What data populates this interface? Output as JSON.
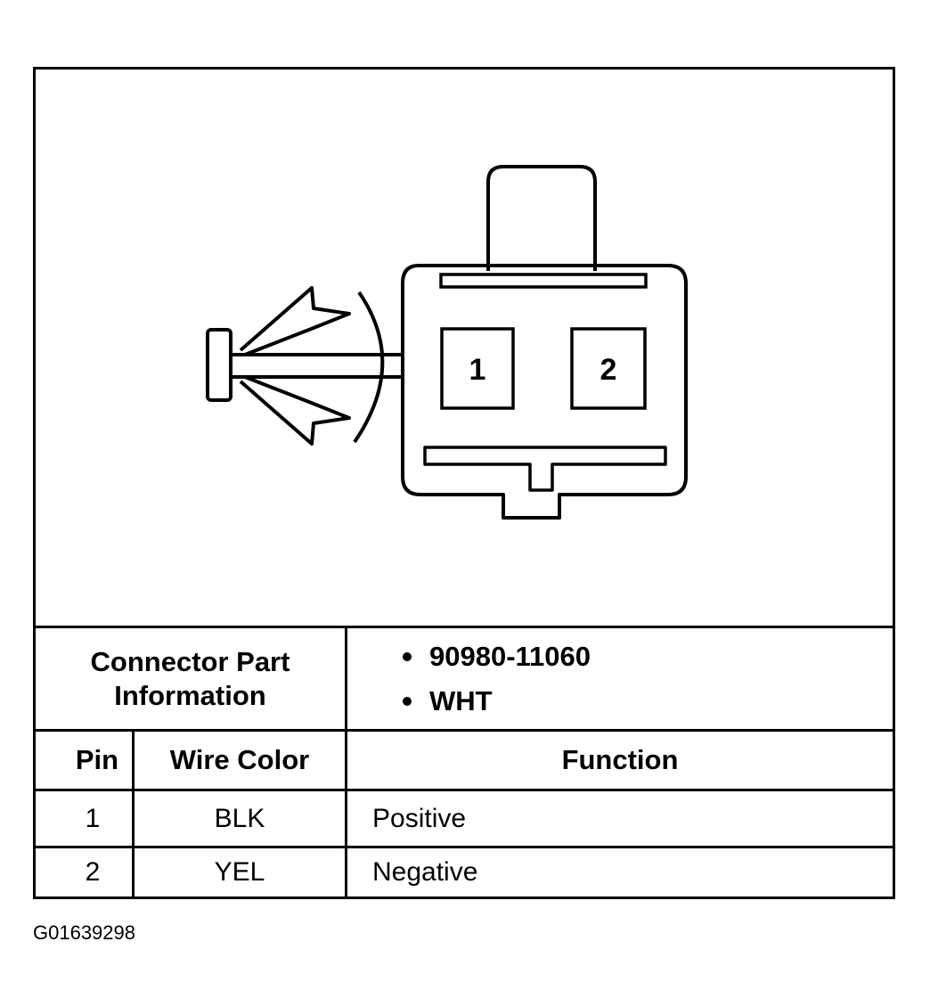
{
  "connector": {
    "cavities": [
      "1",
      "2"
    ]
  },
  "table": {
    "part_info_label_line1": "Connector Part",
    "part_info_label_line2": "Information",
    "part_info_values": [
      "90980-11060",
      "WHT"
    ],
    "headers": {
      "pin": "Pin",
      "wire_color": "Wire Color",
      "function": "Function"
    },
    "rows": [
      {
        "pin": "1",
        "wire_color": "BLK",
        "function": "Positive"
      },
      {
        "pin": "2",
        "wire_color": "YEL",
        "function": "Negative"
      }
    ]
  },
  "figure_id": "G01639298"
}
